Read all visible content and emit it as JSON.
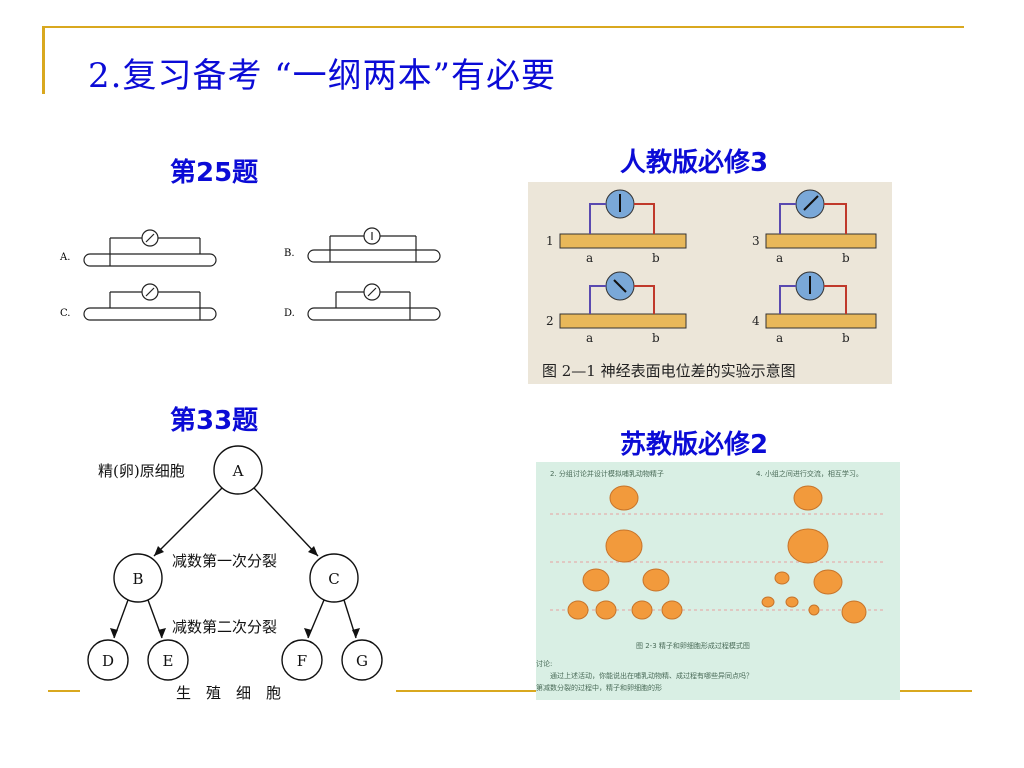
{
  "slide": {
    "title": "2.复习备考 “一纲两本”有必要",
    "captions": {
      "q25": "第25题",
      "q33": "第33题",
      "pep": "人教版必修3",
      "su": "苏教版必修2"
    }
  },
  "q25_figure": {
    "options": [
      "A.",
      "B.",
      "C.",
      "D."
    ]
  },
  "pep_figure": {
    "numbers": [
      "1",
      "2",
      "3",
      "4"
    ],
    "electrodes": [
      "a",
      "b"
    ],
    "caption": "图 2—1   神经表面电位差的实验示意图"
  },
  "q33_figure": {
    "cell_label": "精(卵)原细胞",
    "nodes": [
      "A",
      "B",
      "C",
      "D",
      "E",
      "F",
      "G"
    ],
    "div1": "减数第一次分裂",
    "div2": "减数第二次分裂",
    "bottom": "生　殖　细　胞"
  },
  "su_figure": {
    "top_left": "2. 分组讨论并设计模拟哺乳动物精子",
    "top_right": "4. 小组之间进行交流，相互学习。",
    "caption": "图 2-3   精子和卵细胞形成过程模式图",
    "discuss": "讨论:",
    "line1": "通过上述活动，你能说出在哺乳动物精、成过程有哪些异同点吗？",
    "line2": "第减数分裂的过程中，精子和卵细胞的形"
  },
  "colors": {
    "title_blue": "#0b0bd6",
    "rule_gold": "#d9a81f"
  }
}
